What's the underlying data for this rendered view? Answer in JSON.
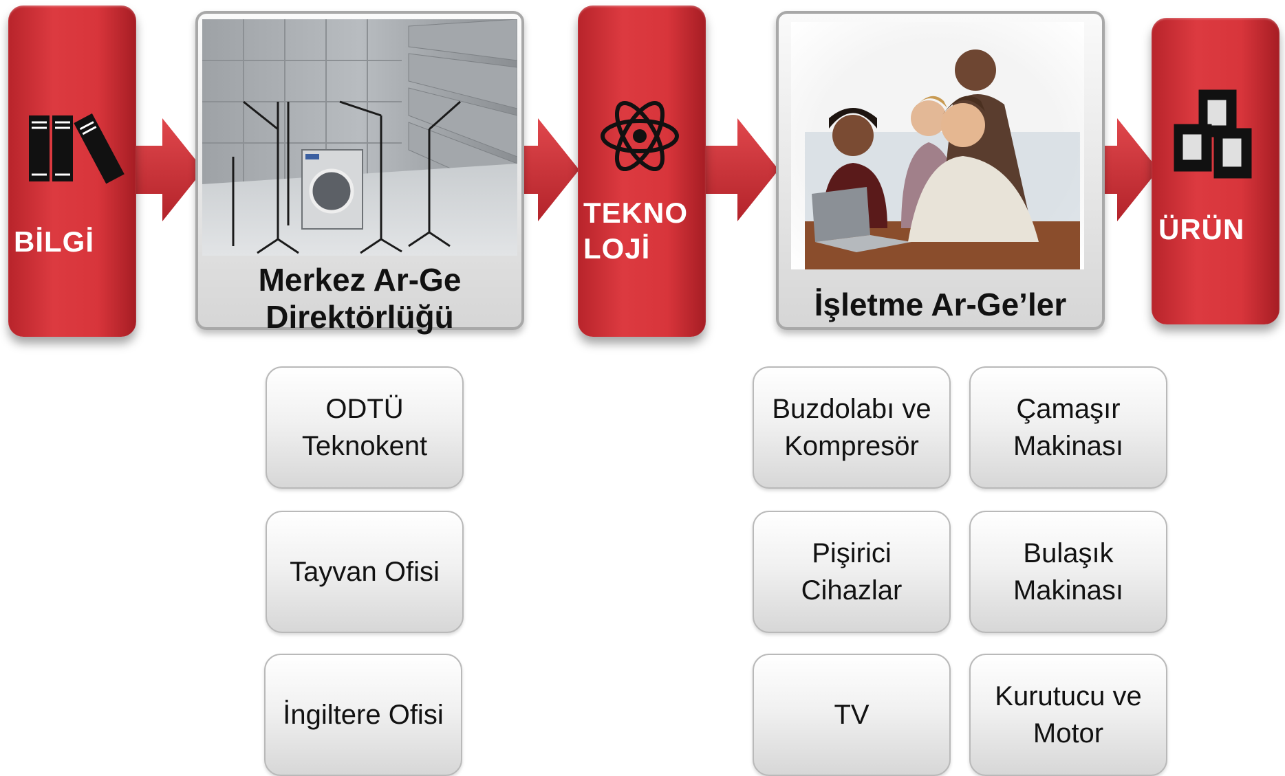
{
  "flow": {
    "bilgi": "BİLGİ",
    "merkez_title": "Merkez Ar-Ge\nDirektörlüğü",
    "teknoloji": "TEKNO\nLOJİ",
    "isletme_title": "İşletme Ar-Ge’ler",
    "urun": "ÜRÜN"
  },
  "merkez_offices": [
    "ODTÜ\nTeknokent",
    "Tayvan Ofisi",
    "İngiltere Ofisi"
  ],
  "isletme_units": [
    "Buzdolabı ve\nKompresör",
    "Çamaşır\nMakinası",
    "Pişirici\nCihazlar",
    "Bulaşık\nMakinası",
    "TV",
    "Kurutucu ve\nMotor"
  ],
  "colors": {
    "accent_red": "#d8353b",
    "box_gray": "#e6e6e6",
    "text": "#111111"
  },
  "icons": [
    "books-icon",
    "atom-icon",
    "product-boxes-icon",
    "arrow-right-icon"
  ]
}
